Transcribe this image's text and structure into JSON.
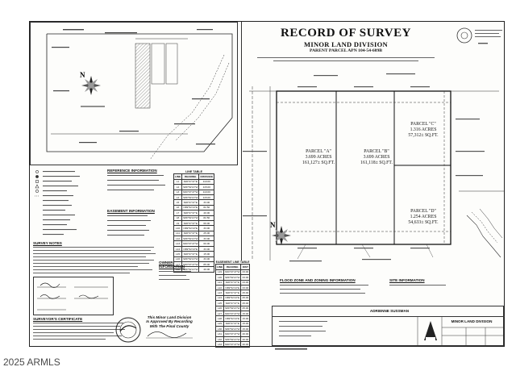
{
  "title": "RECORD OF SURVEY",
  "subtitle": "MINOR LAND DIVISION",
  "parent_parcel": "PARENT PARCEL APN 104-54-689B",
  "parcels": [
    {
      "name": "PARCEL \"A\"",
      "acres": "3.699 ACRES",
      "sqft": "161,127± SQ.FT."
    },
    {
      "name": "PARCEL \"B\"",
      "acres": "3.699 ACRES",
      "sqft": "161,118± SQ.FT."
    },
    {
      "name": "PARCEL \"C\"",
      "acres": "1.316 ACRES",
      "sqft": "57,312± SQ.FT."
    },
    {
      "name": "PARCEL \"D\"",
      "acres": "1.254 ACRES",
      "sqft": "54,633± SQ.FT."
    }
  ],
  "owner_name": "ADRIENNE SUSSMAN",
  "title_block_label": "MINOR LAND DIVISION",
  "line_table": {
    "header": "LINE TABLE",
    "columns": [
      "LINE",
      "BEARING",
      "DISTANCE"
    ],
    "rows": [
      [
        "L1",
        "S00°07'47\"E",
        "110.00"
      ],
      [
        "L2",
        "S89°52'13\"W",
        "115.00"
      ],
      [
        "L3",
        "N00°07'47\"W",
        "110.00"
      ],
      [
        "L4",
        "S89°52'13\"W",
        "115.00"
      ],
      [
        "L5",
        "S00°07'47\"E",
        "33.00"
      ],
      [
        "L6",
        "N89°52'13\"E",
        "82.50"
      ],
      [
        "L7",
        "S00°07'47\"E",
        "40.00"
      ],
      [
        "L8",
        "S89°52'13\"W",
        "82.50"
      ],
      [
        "L9",
        "S00°07'47\"E",
        "66.00"
      ],
      [
        "L10",
        "N89°52'13\"E",
        "33.00"
      ],
      [
        "L11",
        "S00°07'47\"E",
        "25.00"
      ],
      [
        "L12",
        "S89°52'13\"W",
        "33.00"
      ],
      [
        "L13",
        "N00°07'47\"W",
        "60.00"
      ],
      [
        "L14",
        "N89°52'13\"E",
        "33.00"
      ],
      [
        "L15",
        "S00°07'47\"E",
        "15.00"
      ],
      [
        "L16",
        "S89°52'13\"W",
        "33.00"
      ],
      [
        "L17",
        "N00°07'47\"W",
        "85.00"
      ],
      [
        "L18",
        "S89°52'13\"W",
        "40.00"
      ]
    ]
  },
  "easement_table": {
    "header": "EASEMENT LINE TABLE",
    "columns": [
      "LINE",
      "BEARING",
      "DIST"
    ],
    "rows": [
      [
        "L19",
        "N00°07'47\"W",
        "33.00"
      ],
      [
        "L20",
        "S89°52'13\"W",
        "33.00"
      ],
      [
        "L21",
        "S00°07'47\"E",
        "33.00"
      ],
      [
        "L22",
        "N89°52'13\"E",
        "33.00"
      ],
      [
        "L23",
        "S00°07'47\"E",
        "25.00"
      ],
      [
        "L24",
        "N89°52'13\"E",
        "25.00"
      ],
      [
        "L25",
        "S00°07'47\"E",
        "25.00"
      ],
      [
        "L26",
        "S89°52'13\"W",
        "25.00"
      ],
      [
        "L27",
        "N00°07'47\"W",
        "15.00"
      ],
      [
        "L28",
        "N89°52'13\"E",
        "15.00"
      ],
      [
        "L29",
        "S00°07'47\"E",
        "15.00"
      ],
      [
        "L30",
        "S89°52'13\"W",
        "15.00"
      ],
      [
        "L31",
        "N00°07'47\"W",
        "40.00"
      ],
      [
        "L32",
        "S89°52'13\"W",
        "40.00"
      ],
      [
        "L33",
        "N00°07'47\"W",
        "40.00"
      ]
    ]
  },
  "section_labels": {
    "reference": "REFERENCE INFORMATION",
    "easement": "EASEMENT INFORMATION",
    "survey_notes": "SURVEY NOTES",
    "owner_info": "OWNER INFORMATION",
    "site": "SITE INFORMATION",
    "flood": "FLOOD ZONE AND ZONING INFORMATION",
    "certificate": "SURVEYOR'S CERTIFICATE"
  },
  "approval": {
    "line1": "This Minor Land Division",
    "line2": "Is Approved By Recording",
    "line3": "With The Pinal County"
  },
  "watermark": "2025 ARMLS"
}
